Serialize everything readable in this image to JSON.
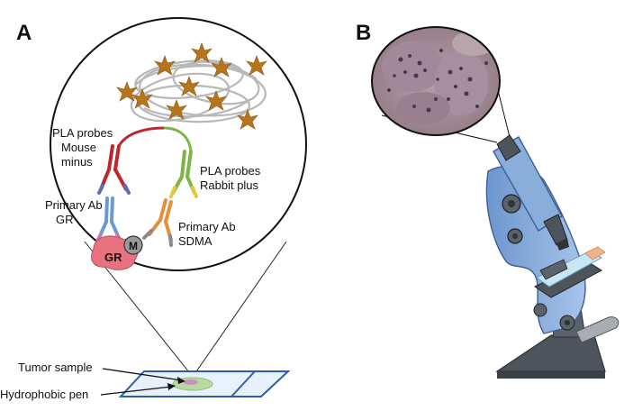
{
  "panels": {
    "a": {
      "letter": "A",
      "labels": {
        "pla_mouse_l1": "PLA probes",
        "pla_mouse_l2": "Mouse",
        "pla_mouse_l3": "minus",
        "pla_rabbit_l1": "PLA probes",
        "pla_rabbit_l2": "Rabbit plus",
        "primary_gr_l1": "Primary Ab",
        "primary_gr_l2": "GR",
        "primary_sdma_l1": "Primary Ab",
        "primary_sdma_l2": "SDMA",
        "gr_protein": "GR",
        "methyl": "M",
        "tumor_sample": "Tumor sample",
        "hydrophobic_pen": "Hydrophobic pen"
      }
    },
    "b": {
      "letter": "B"
    }
  },
  "colors": {
    "fluorophore": "#b8741a",
    "mouse_probe": "#c0272d",
    "rabbit_probe": "#7db544",
    "antibody_blue": "#6a9ad0",
    "antibody_orange": "#e88e3a",
    "gr_protein": "#e8737f",
    "microscope_blue": "#8aaedb",
    "microscope_gray": "#4d545c"
  }
}
